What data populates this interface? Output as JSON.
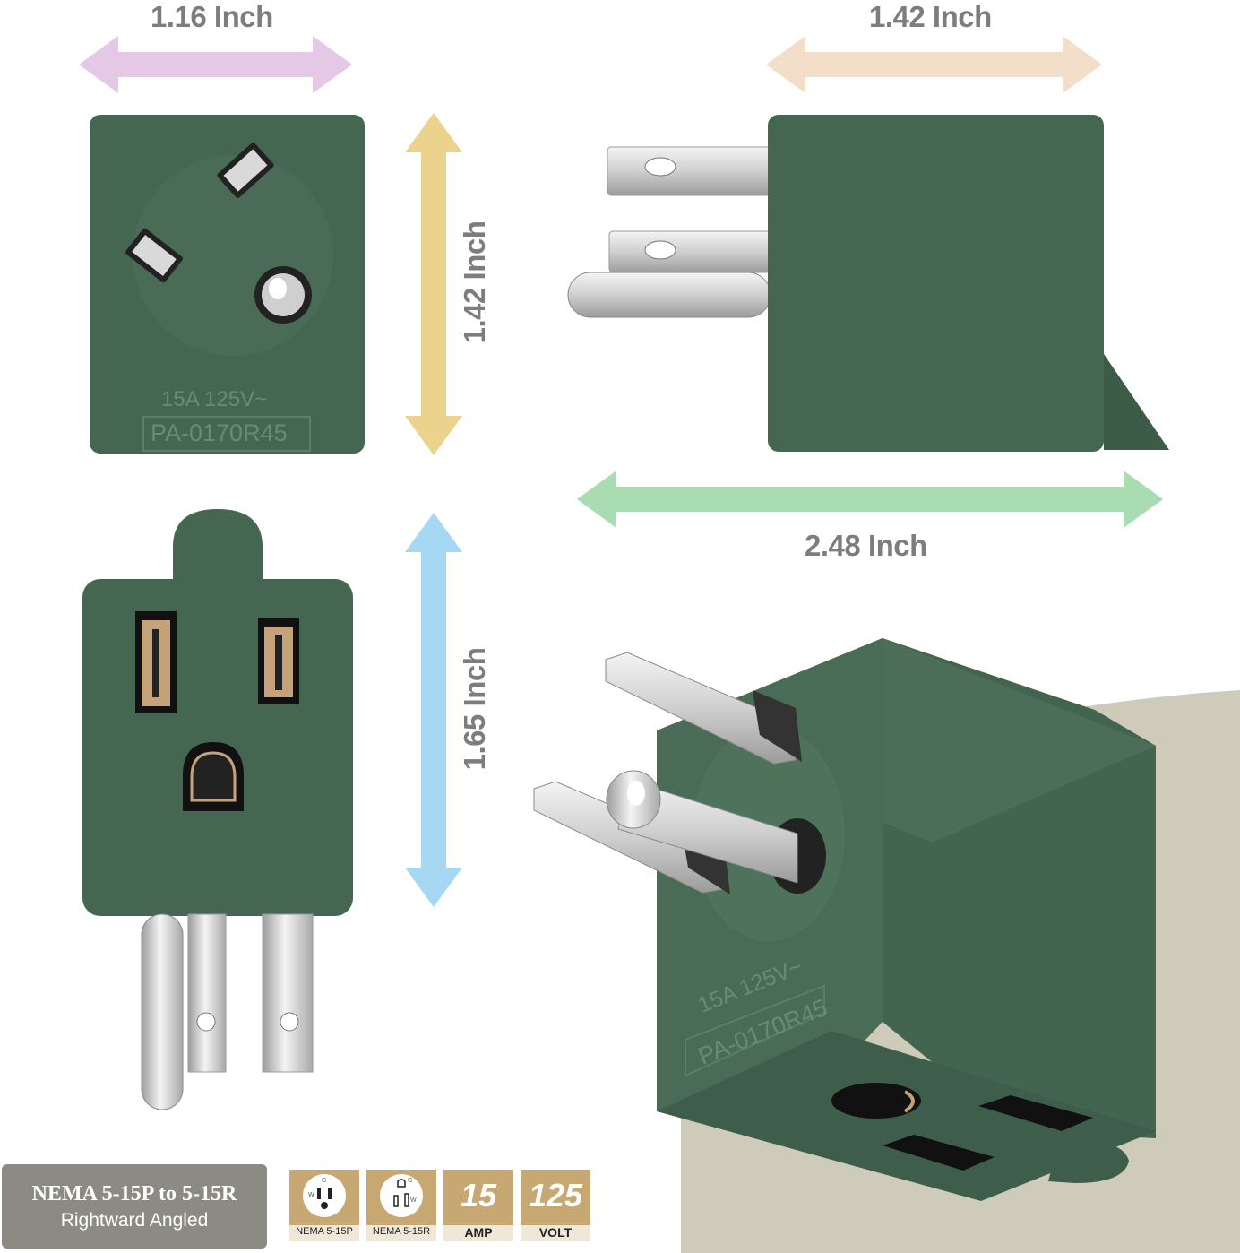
{
  "dimensions": {
    "width_top_left": "1.16 Inch",
    "depth_top_right": "1.42 Inch",
    "height_top_left": "1.42 Inch",
    "length_right": "2.48 Inch",
    "height_bottom_left": "1.65 Inch"
  },
  "product_markings": {
    "rating": "15A 125V~",
    "model": "PA-0170R45"
  },
  "badge": {
    "title": "NEMA 5-15P to 5-15R",
    "subtitle": "Rightward Angled"
  },
  "specs": [
    {
      "icon": "plug-icon",
      "caption": "NEMA 5-15P"
    },
    {
      "icon": "receptacle-icon",
      "caption": "NEMA 5-15R"
    },
    {
      "value": "15",
      "caption": "AMP"
    },
    {
      "value": "125",
      "caption": "VOLT"
    }
  ],
  "icon_labels": {
    "ground": "G",
    "white": "W"
  },
  "colors": {
    "body_green": "#456650",
    "arrow_pink": "#e5c8e6",
    "arrow_peach": "#f3dec9",
    "arrow_yellow": "#ecd38d",
    "arrow_green": "#a9ddb1",
    "arrow_blue": "#a6d8f3",
    "badge_grey": "#8c8b83",
    "spec_gold": "#c7a772"
  }
}
